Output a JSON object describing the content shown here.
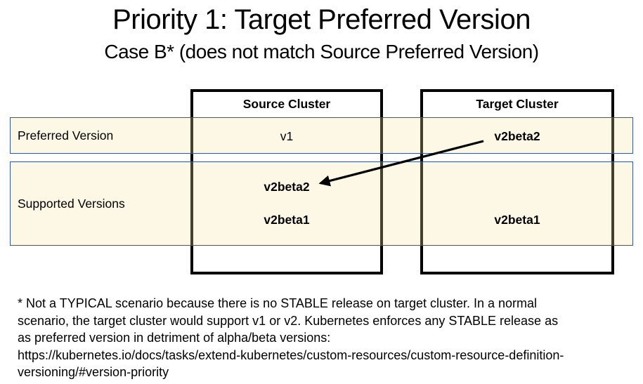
{
  "title": "Priority 1: Target Preferred Version",
  "subtitle": "Case B* (does not match Source Preferred Version)",
  "rows": [
    {
      "label": "Preferred Version"
    },
    {
      "label": "Supported Versions"
    }
  ],
  "clusters": [
    {
      "name": "Source Cluster",
      "preferred": "v1",
      "supported": [
        "v2beta2",
        "v2beta1"
      ]
    },
    {
      "name": "Target Cluster",
      "preferred": "v2beta2",
      "supported": [
        "v2beta1"
      ]
    }
  ],
  "icons": {
    "match_arrow": "arrow-from-target-preferred-to-source-supported"
  },
  "colors": {
    "background": "#FFFFFF",
    "row_fill_base": "#F9E4A0",
    "row_border": "#35598C",
    "box_border": "#000000",
    "text": "#000000"
  },
  "footnote": {
    "lines": [
      "* Not a TYPICAL scenario because there is no STABLE release on target cluster. In a normal",
      "scenario, the target cluster would support v1 or v2. Kubernetes enforces any STABLE release as",
      "as preferred version in detriment of alpha/beta versions:",
      "https://kubernetes.io/docs/tasks/extend-kubernetes/custom-resources/custom-resource-definition-",
      "versioning/#version-priority"
    ]
  }
}
